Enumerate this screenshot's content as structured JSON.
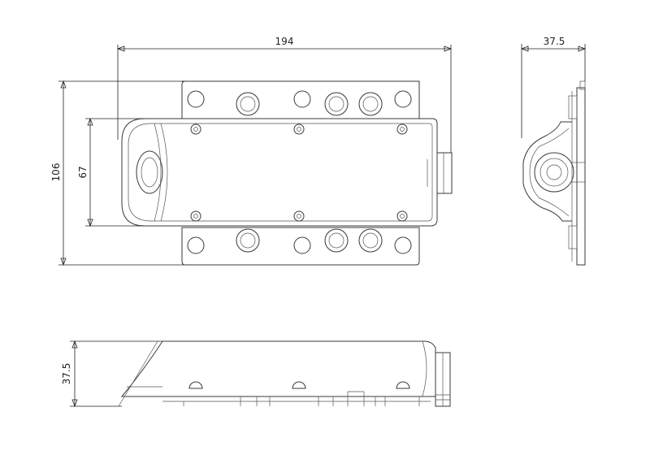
{
  "dimensions": {
    "overall_length": "194",
    "overall_width": "106",
    "inner_width": "67",
    "side_thickness": "37.5",
    "front_height": "37.5"
  }
}
